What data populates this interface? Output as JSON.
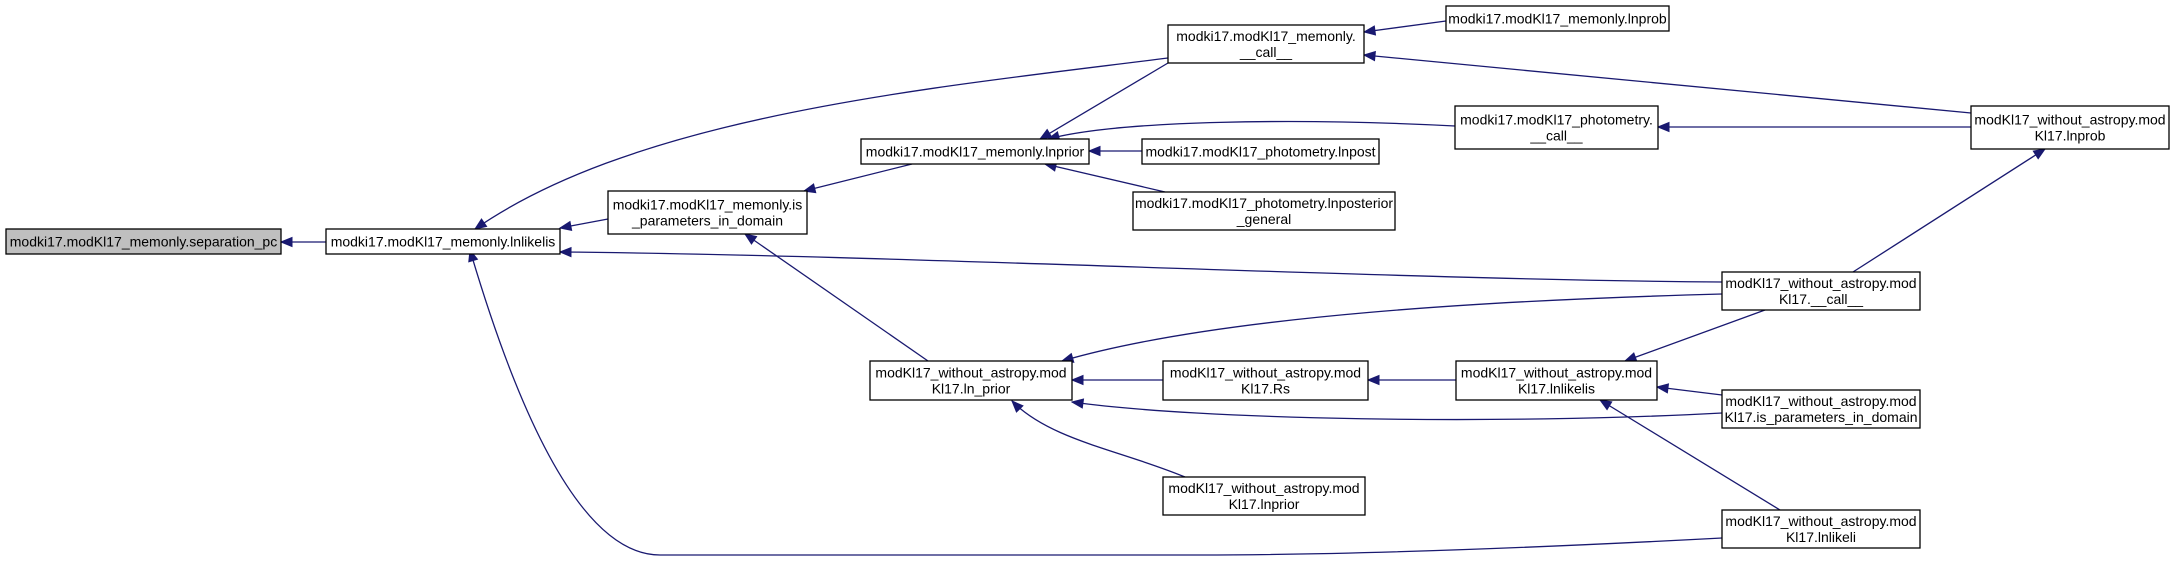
{
  "graph": {
    "nodes": {
      "separation_pc": {
        "lines": [
          "modki17.modKl17_memonly.separation_pc"
        ],
        "root": true
      },
      "lnlikelis": {
        "lines": [
          "modki17.modKl17_memonly.lnlikelis"
        ]
      },
      "is_params": {
        "lines": [
          "modki17.modKl17_memonly.is",
          "_parameters_in_domain"
        ]
      },
      "lnprior": {
        "lines": [
          "modki17.modKl17_memonly.lnprior"
        ]
      },
      "call_mem": {
        "lines": [
          "modki17.modKl17_memonly.",
          "__call__"
        ]
      },
      "lnprob_mem": {
        "lines": [
          "modki17.modKl17_memonly.lnprob"
        ]
      },
      "call_phot": {
        "lines": [
          "modki17.modKl17_photometry.",
          "__call__"
        ]
      },
      "lnpost_phot": {
        "lines": [
          "modki17.modKl17_photometry.lnpost"
        ]
      },
      "lnposterior_general": {
        "lines": [
          "modki17.modKl17_photometry.lnposterior",
          "_general"
        ]
      },
      "wa_lnprob": {
        "lines": [
          "modKl17_without_astropy.mod",
          "Kl17.lnprob"
        ]
      },
      "wa_call": {
        "lines": [
          "modKl17_without_astropy.mod",
          "Kl17.__call__"
        ]
      },
      "wa_ln_prior": {
        "lines": [
          "modKl17_without_astropy.mod",
          "Kl17.ln_prior"
        ]
      },
      "wa_rs": {
        "lines": [
          "modKl17_without_astropy.mod",
          "Kl17.Rs"
        ]
      },
      "wa_lnlikelis": {
        "lines": [
          "modKl17_without_astropy.mod",
          "Kl17.lnlikelis"
        ]
      },
      "wa_is_params": {
        "lines": [
          "modKl17_without_astropy.mod",
          "Kl17.is_parameters_in_domain"
        ]
      },
      "wa_lnprior": {
        "lines": [
          "modKl17_without_astropy.mod",
          "Kl17.lnprior"
        ]
      },
      "wa_lnlikeli": {
        "lines": [
          "modKl17_without_astropy.mod",
          "Kl17.lnlikeli"
        ]
      }
    },
    "edges": [
      {
        "from": "lnlikelis",
        "to": "separation_pc"
      },
      {
        "from": "is_params",
        "to": "lnlikelis"
      },
      {
        "from": "call_mem",
        "to": "lnlikelis"
      },
      {
        "from": "wa_call",
        "to": "lnlikelis"
      },
      {
        "from": "wa_lnlikeli",
        "to": "lnlikelis"
      },
      {
        "from": "lnprior",
        "to": "is_params"
      },
      {
        "from": "wa_ln_prior",
        "to": "is_params"
      },
      {
        "from": "call_mem",
        "to": "lnprior"
      },
      {
        "from": "call_phot",
        "to": "lnprior"
      },
      {
        "from": "lnpost_phot",
        "to": "lnprior"
      },
      {
        "from": "lnposterior_general",
        "to": "lnprior"
      },
      {
        "from": "lnprob_mem",
        "to": "call_mem"
      },
      {
        "from": "wa_lnprob",
        "to": "call_mem"
      },
      {
        "from": "wa_lnprob",
        "to": "call_phot"
      },
      {
        "from": "wa_call",
        "to": "wa_lnprob"
      },
      {
        "from": "wa_call",
        "to": "wa_ln_prior"
      },
      {
        "from": "wa_rs",
        "to": "wa_ln_prior"
      },
      {
        "from": "wa_is_params",
        "to": "wa_ln_prior"
      },
      {
        "from": "wa_lnprior",
        "to": "wa_ln_prior"
      },
      {
        "from": "wa_lnlikelis",
        "to": "wa_rs"
      },
      {
        "from": "wa_call",
        "to": "wa_lnlikelis"
      },
      {
        "from": "wa_is_params",
        "to": "wa_lnlikelis"
      },
      {
        "from": "wa_lnlikeli",
        "to": "wa_lnlikelis"
      }
    ]
  }
}
